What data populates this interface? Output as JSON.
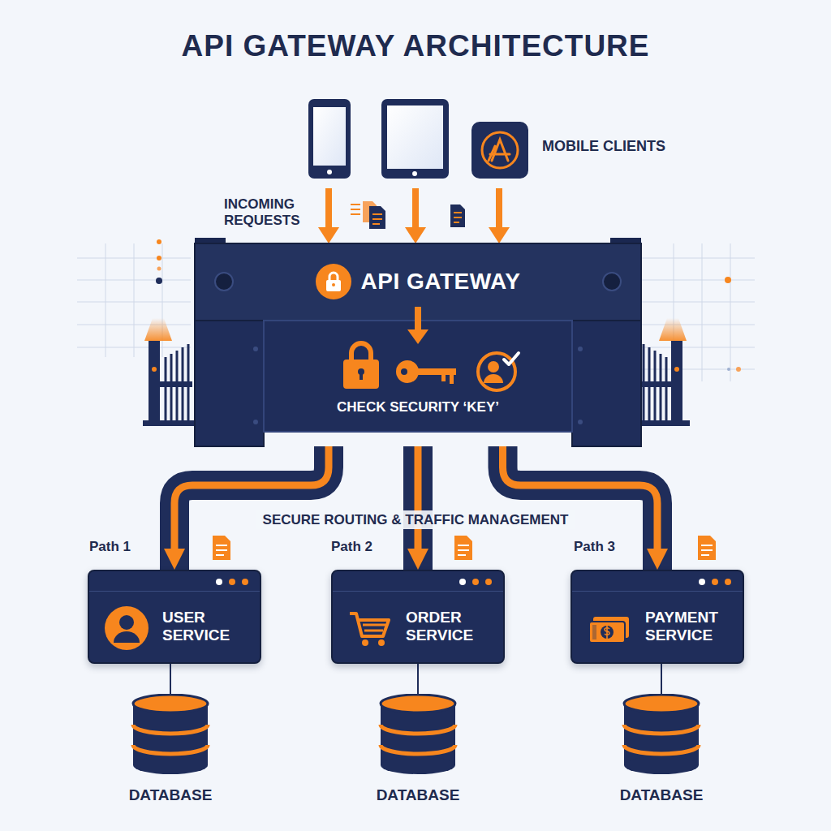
{
  "diagram": {
    "title": "API GATEWAY ARCHITECTURE",
    "nodes": [
      {
        "text": [
          "API GATEWAY",
          "CHECK SECURITY ‘KEY’"
        ]
      },
      {
        "text": [
          "USER SERVICE"
        ]
      },
      {
        "text": [
          "ORDER SERVICE"
        ]
      },
      {
        "text": [
          "PAYMENT SERVICE"
        ]
      },
      {
        "text": [
          "DATABASE"
        ]
      },
      {
        "text": [
          "DATABASE"
        ]
      },
      {
        "text": [
          "DATABASE"
        ]
      }
    ],
    "edges": [
      {
        "from": 0,
        "to": 1,
        "arrow": "to",
        "label": "Path 1"
      },
      {
        "from": 0,
        "to": 2,
        "arrow": "to",
        "label": "Path 2"
      },
      {
        "from": 0,
        "to": 3,
        "arrow": "to",
        "label": "Path 3"
      },
      {
        "from": 1,
        "to": 4,
        "arrow": "none"
      },
      {
        "from": 2,
        "to": 5,
        "arrow": "none"
      },
      {
        "from": 3,
        "to": 6,
        "arrow": "none"
      }
    ],
    "labels": [
      "MOBILE CLIENTS",
      "INCOMING REQUESTS",
      "SECURE ROUTING & TRAFFIC MANAGEMENT"
    ]
  }
}
